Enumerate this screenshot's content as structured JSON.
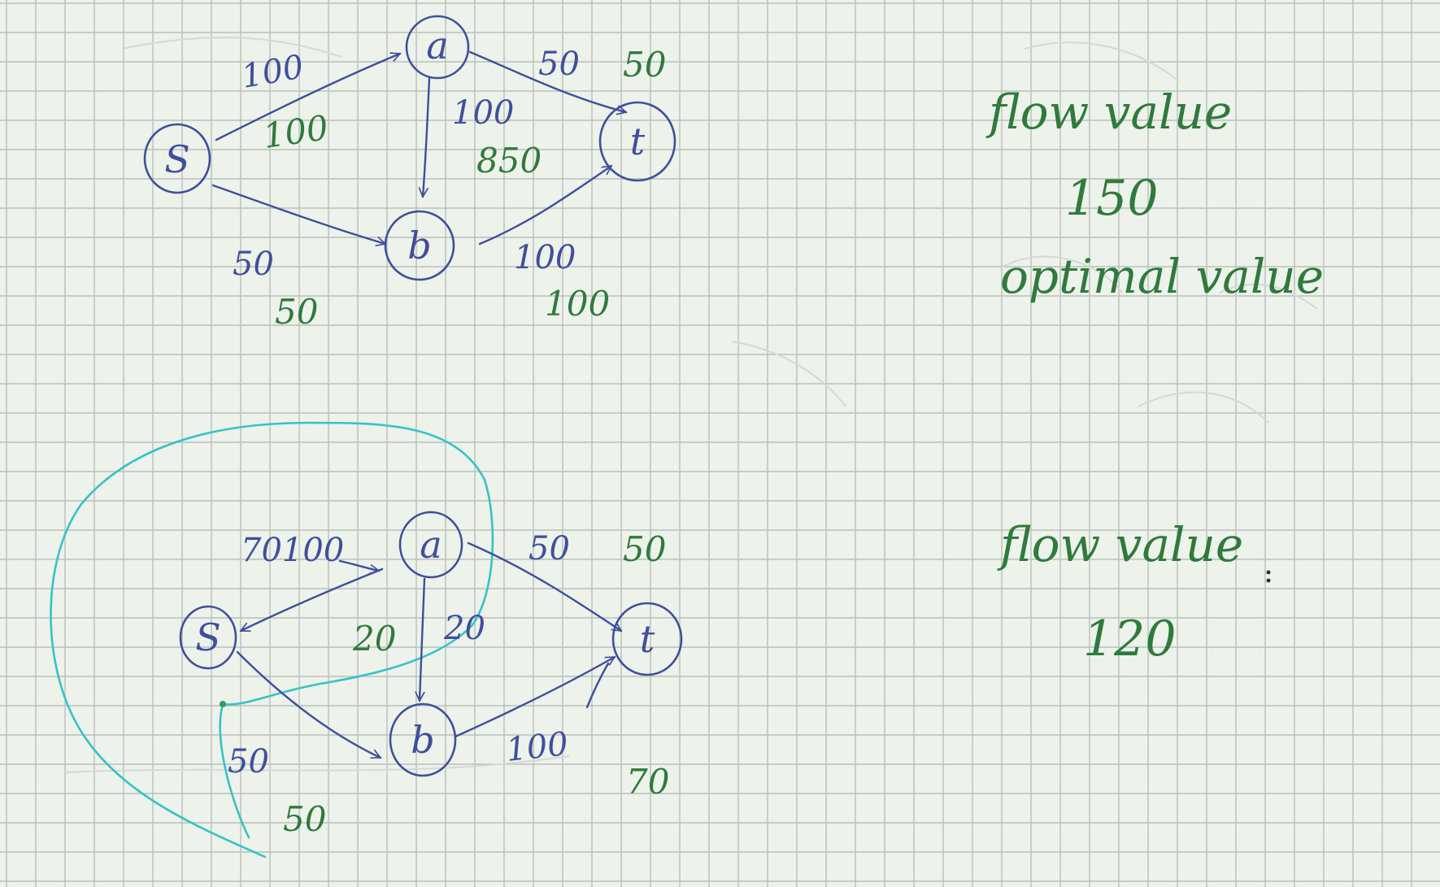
{
  "diagram_top": {
    "nodes": {
      "s": "S",
      "a": "a",
      "b": "b",
      "t": "t"
    },
    "capacities": {
      "s_a": "100",
      "a_t": "50",
      "a_b": "100",
      "s_b": "50",
      "b_t": "100"
    },
    "flows": {
      "s_a": "100",
      "a_t": "50",
      "a_b": "850",
      "s_b": "50",
      "b_t": "100"
    }
  },
  "diagram_bottom": {
    "nodes": {
      "s": "S",
      "a": "a",
      "b": "b",
      "t": "t"
    },
    "capacities": {
      "s_a": "70100",
      "a_t": "50",
      "a_b": "20",
      "s_b": "50",
      "b_t": "100"
    },
    "flows": {
      "a_t": "50",
      "a_b": "20",
      "s_b": "50",
      "b_t": "70"
    }
  },
  "notes_top": {
    "flow_value_label": "flow value",
    "flow_value": "150",
    "optimal_label": "optimal value"
  },
  "notes_bottom": {
    "flow_value_label": "flow value",
    "flow_value": "120"
  },
  "colors": {
    "paper": "#edf2ea",
    "grid": "#b9c0b9",
    "blue_ink": "#3f4f9c",
    "green_ink": "#2f7a3c",
    "cut_ink": "#36c3c6"
  }
}
